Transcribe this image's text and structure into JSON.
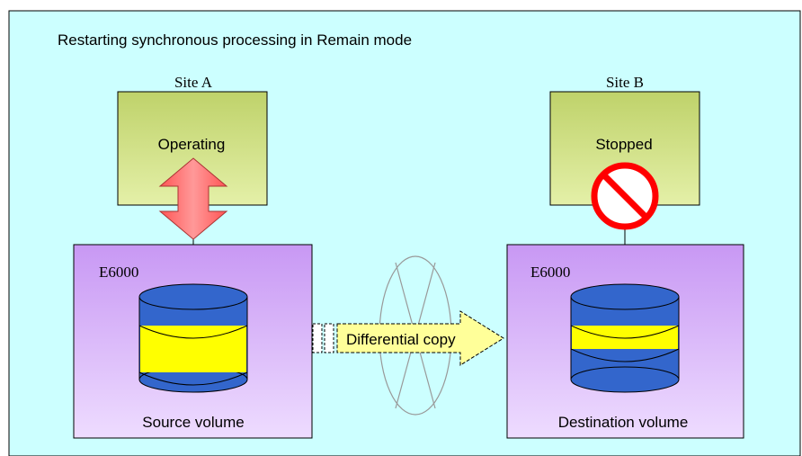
{
  "title": "Restarting synchronous processing in Remain mode",
  "site_a": {
    "name": "Site A",
    "server_status": "Operating",
    "storage_label": "E6000",
    "volume_label": "Source volume"
  },
  "site_b": {
    "name": "Site B",
    "server_status": "Stopped",
    "storage_label": "E6000",
    "volume_label": "Destination volume"
  },
  "transfer_label": "Differential copy",
  "colors": {
    "background": "#ccffff",
    "server_fill": "#ccdd77",
    "storage_fill": "#cc99ff",
    "storage_gradient_end": "#eeddff",
    "disk_blue": "#3366cc",
    "disk_yellow": "#ffff00",
    "arrow_red": "#ff6666",
    "prohibit_red": "#ff0000",
    "copy_arrow_fill": "#ffff99"
  },
  "icons": [
    "double-arrow-icon",
    "prohibited-icon",
    "disk-icon",
    "copy-arrow-icon"
  ]
}
